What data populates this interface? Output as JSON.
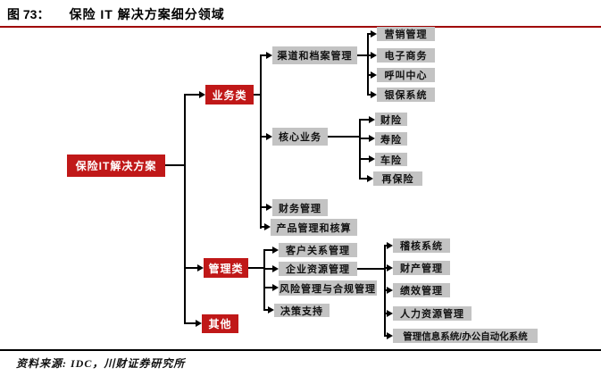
{
  "header": {
    "figure_label": "图 73：",
    "title": "保险 IT 解决方案细分领域"
  },
  "footer": {
    "source": "资料来源: IDC，川财证券研究所"
  },
  "colors": {
    "node_red": "#c01818",
    "node_gray": "#c3c3c3",
    "rule_red": "#a00000"
  },
  "tree": {
    "root": {
      "label": "保险IT解决方案"
    },
    "categories": [
      {
        "label": "业务类",
        "children": [
          {
            "label": "渠道和档案管理",
            "children": [
              {
                "label": "营销管理"
              },
              {
                "label": "电子商务"
              },
              {
                "label": "呼叫中心"
              },
              {
                "label": "银保系统"
              }
            ]
          },
          {
            "label": "核心业务",
            "children": [
              {
                "label": "财险"
              },
              {
                "label": "寿险"
              },
              {
                "label": "车险"
              },
              {
                "label": "再保险"
              }
            ]
          },
          {
            "label": "财务管理"
          },
          {
            "label": "产品管理和核算"
          }
        ]
      },
      {
        "label": "管理类",
        "children": [
          {
            "label": "客户关系管理"
          },
          {
            "label": "企业资源管理",
            "children": [
              {
                "label": "稽核系统"
              },
              {
                "label": "财产管理"
              },
              {
                "label": "绩效管理"
              },
              {
                "label": "人力资源管理"
              },
              {
                "label": "管理信息系统/办公自动化系统"
              }
            ]
          },
          {
            "label": "风险管理与合规管理"
          },
          {
            "label": "决策支持"
          }
        ]
      },
      {
        "label": "其他"
      }
    ]
  }
}
